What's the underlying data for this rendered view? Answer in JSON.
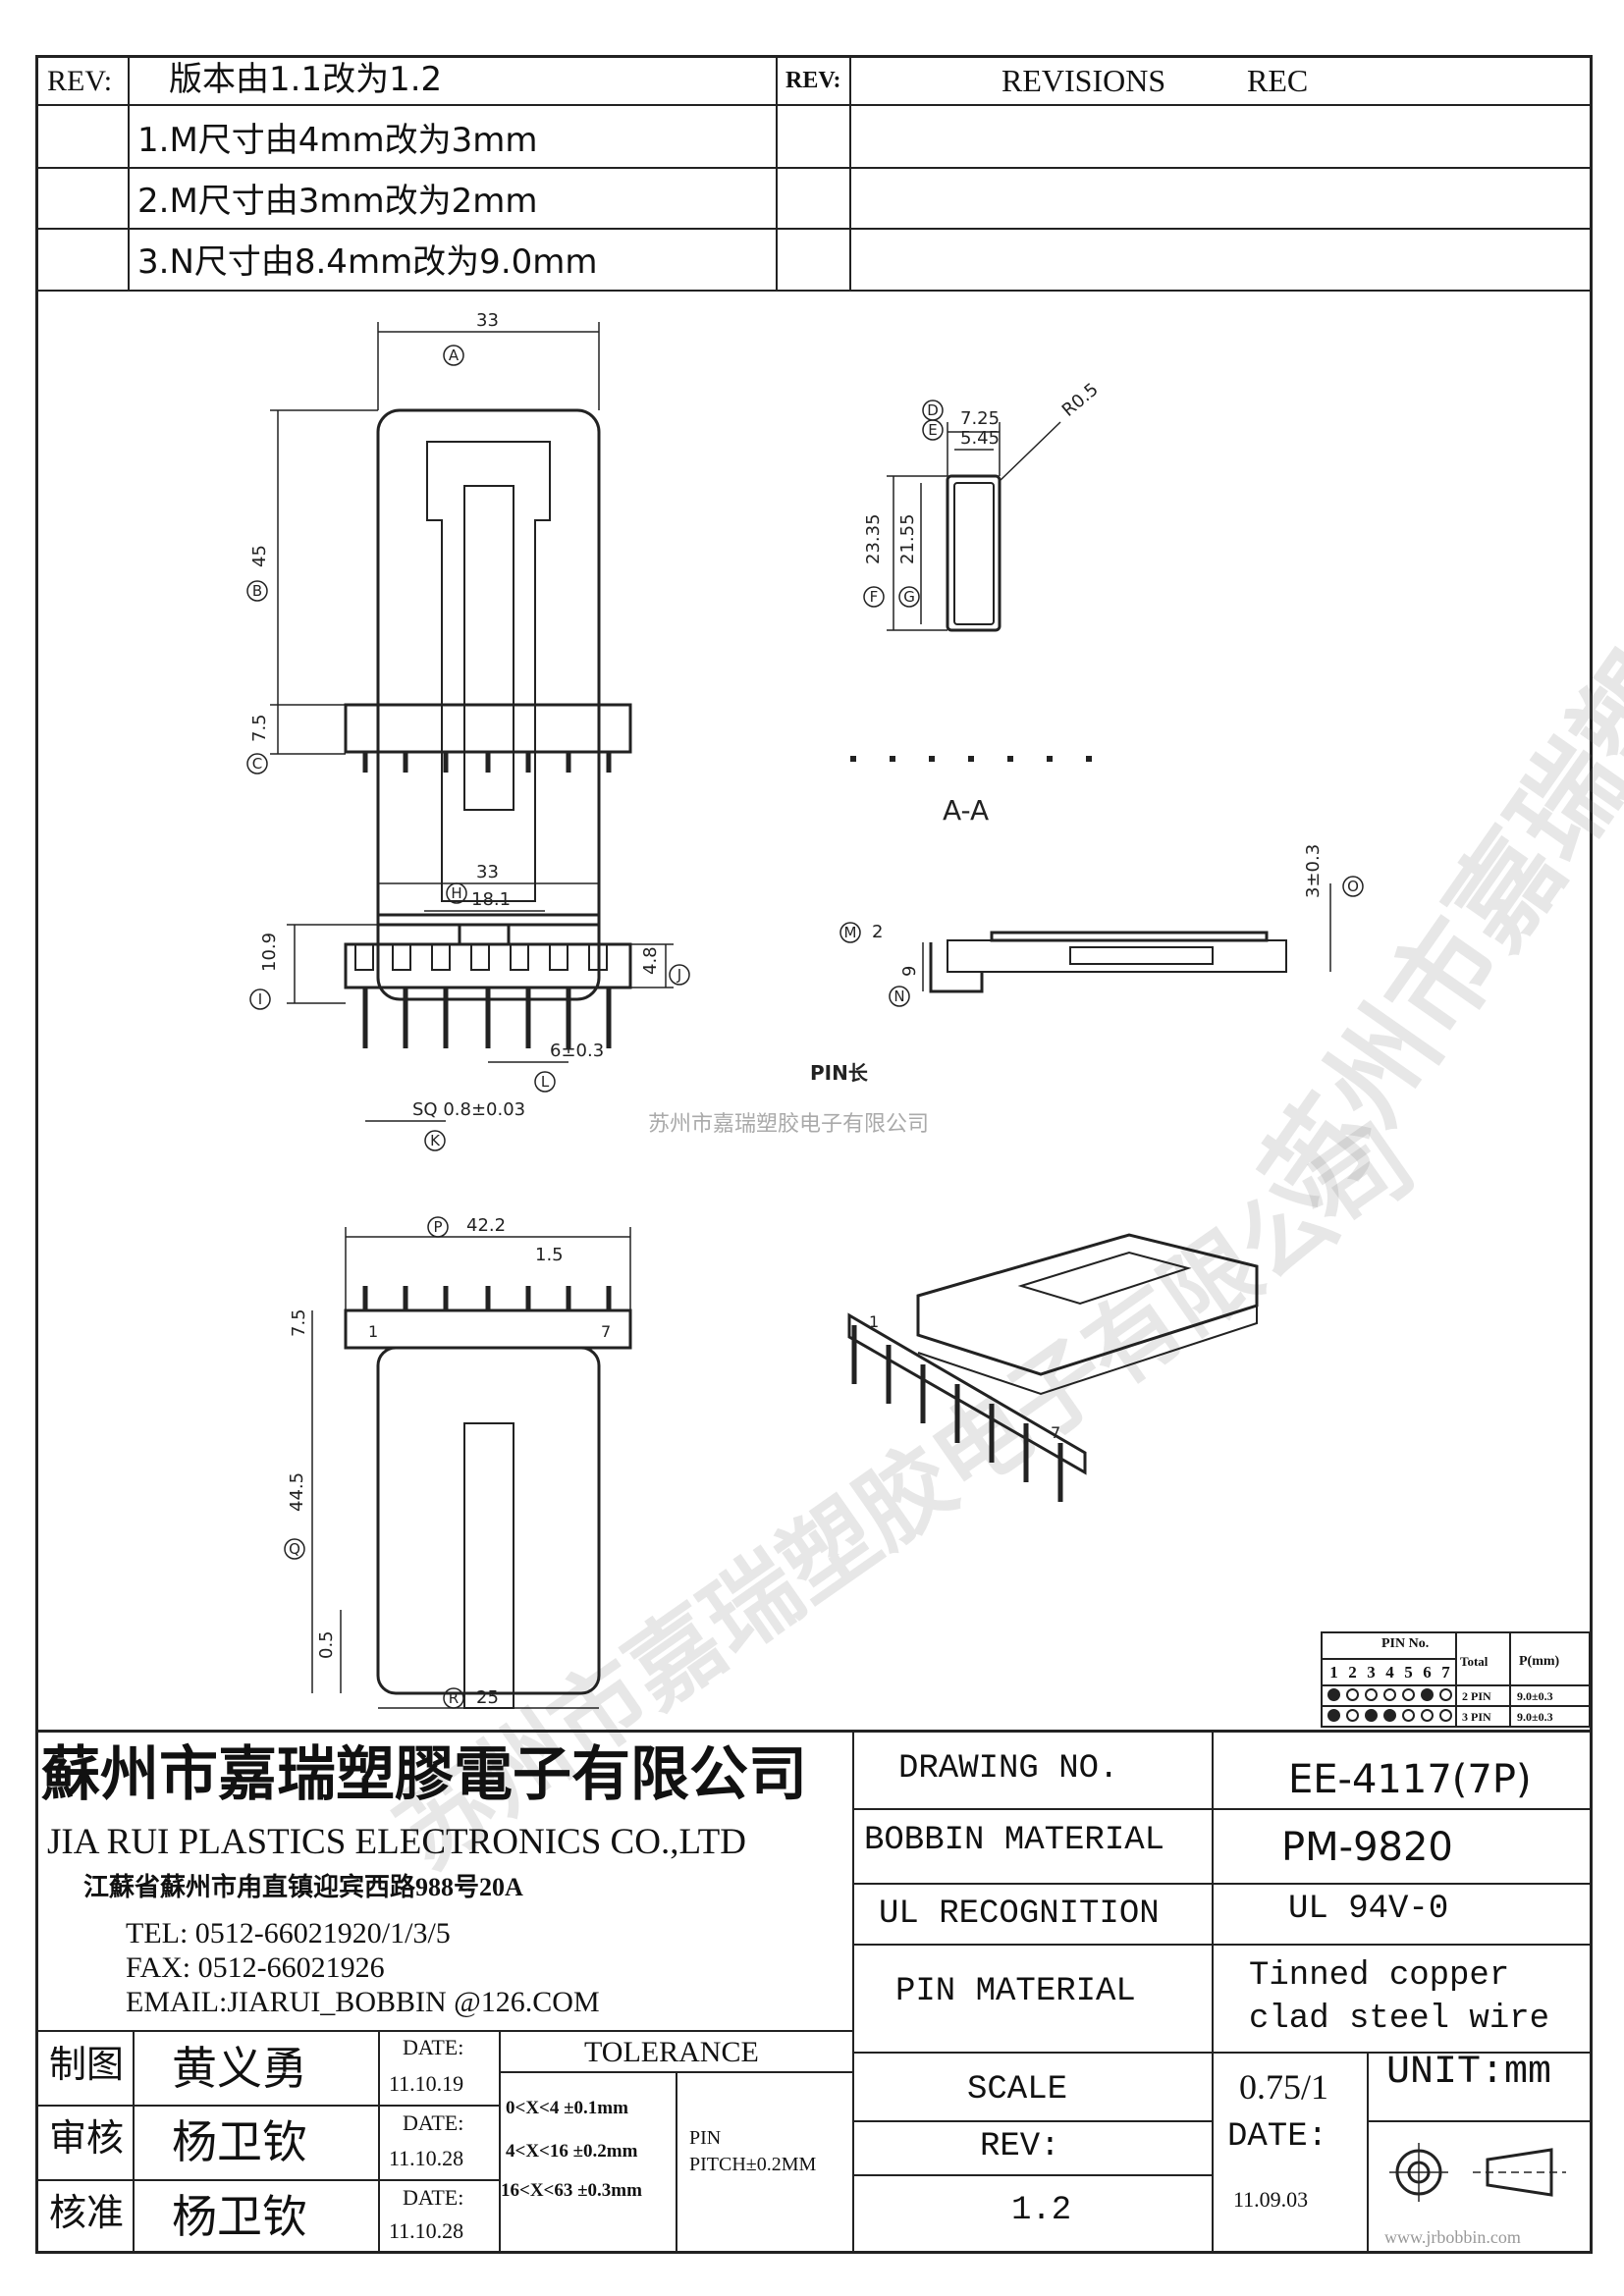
{
  "revisions": {
    "rev_label": "REV:",
    "change_title": "版本由1.1改为1.2",
    "changes": [
      "1.M尺寸由4mm改为3mm",
      "2.M尺寸由3mm改为2mm",
      "3.N尺寸由8.4mm改为9.0mm"
    ],
    "rev_label_right": "REV:",
    "revisions_label": "REVISIONS",
    "rec_label": "REC"
  },
  "views": {
    "front": {
      "A": "33",
      "B": "45",
      "C": "7.5",
      "letters": {
        "A": "A",
        "B": "B",
        "C": "C"
      }
    },
    "section": {
      "D": "7.25",
      "E": "5.45",
      "R": "R0.5",
      "F": "23.35",
      "G": "21.55",
      "letters": {
        "D": "D",
        "E": "E",
        "F": "F",
        "G": "G"
      },
      "label": "A-A"
    },
    "side": {
      "top_width": "33",
      "H": "18.1",
      "I": "10.9",
      "J": "4.8",
      "L": "6±0.3",
      "K": "SQ 0.8±0.03",
      "letters": {
        "H": "H",
        "I": "I",
        "J": "J",
        "K": "K",
        "L": "L"
      }
    },
    "detail": {
      "M": "2",
      "N": "9",
      "O": "3±0.3",
      "pin_label": "PIN长",
      "letters": {
        "M": "M",
        "N": "N",
        "O": "O"
      }
    },
    "bottom": {
      "P": "42.2",
      "pitch": "1.5",
      "left_h": "7.5",
      "Q": "44.5",
      "small": "0.5",
      "R": "25",
      "pin1": "1",
      "pin7": "7",
      "letters": {
        "P": "P",
        "Q": "Q",
        "R": "R"
      }
    },
    "iso": {
      "pin1": "1",
      "pin7": "7"
    }
  },
  "watermark": {
    "center_text": "苏州市嘉瑞塑胶电子有限公司"
  },
  "pin_table": {
    "header_pin_no": "PIN No.",
    "header_total": "Total",
    "header_p": "P(mm)",
    "pins": [
      "1",
      "2",
      "3",
      "4",
      "5",
      "6",
      "7"
    ],
    "rows": [
      {
        "fills": [
          true,
          false,
          false,
          false,
          false,
          true,
          false
        ],
        "total": "2 PIN",
        "p": "9.0±0.3"
      },
      {
        "fills": [
          true,
          false,
          true,
          true,
          false,
          false,
          false
        ],
        "total": "3 PIN",
        "p": "9.0±0.3"
      }
    ]
  },
  "company": {
    "name_cn": "蘇州市嘉瑞塑膠電子有限公司",
    "name_en": "JIA RUI PLASTICS ELECTRONICS CO.,LTD",
    "address": "江蘇省蘇州市甪直镇迎宾西路988号20A",
    "tel": "TEL: 0512-66021920/1/3/5",
    "fax": "FAX: 0512-66021926",
    "email": "EMAIL:JIARUI_BOBBIN @126.COM"
  },
  "signoff": [
    {
      "role": "制图",
      "name": "黄义勇",
      "date_label": "DATE:",
      "date": "11.10.19"
    },
    {
      "role": "审核",
      "name": "杨卫钦",
      "date_label": "DATE:",
      "date": "11.10.28"
    },
    {
      "role": "核准",
      "name": "杨卫钦",
      "date_label": "DATE:",
      "date": "11.10.28"
    }
  ],
  "tolerance": {
    "title": "TOLERANCE",
    "lines": [
      "0<X<4  ±0.1mm",
      "4<X<16 ±0.2mm",
      "16<X<63 ±0.3mm"
    ],
    "pin_label": "PIN",
    "pin_pitch": "PITCH±0.2MM"
  },
  "drawing_info": {
    "drawing_no_label": "DRAWING  NO.",
    "drawing_no": "EE-4117(7P)",
    "bobbin_material_label": "BOBBIN  MATERIAL",
    "bobbin_material": "PM-9820",
    "ul_label": "UL RECOGNITION",
    "ul_value": "UL 94V-0",
    "pin_material_label": "PIN MATERIAL",
    "pin_material_1": "Tinned copper",
    "pin_material_2": "clad steel wire",
    "scale_label": "SCALE",
    "scale": "0.75/1",
    "unit": "UNIT:mm",
    "rev_label": "REV:",
    "rev": "1.2",
    "date_label": "DATE:",
    "date": "11.09.03",
    "website": "www.jrbobbin.com"
  }
}
